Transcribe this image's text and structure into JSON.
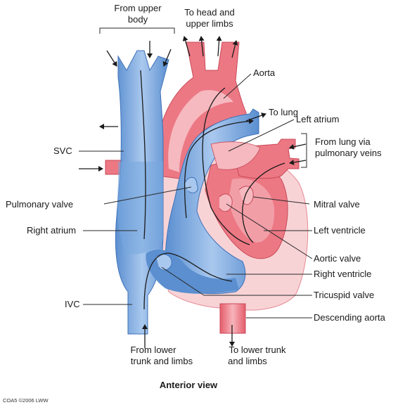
{
  "labels": {
    "from_upper_body_1": "From upper",
    "from_upper_body_2": "body",
    "to_head_1": "To head and",
    "to_head_2": "upper limbs",
    "aorta": "Aorta",
    "to_lung": "To lung",
    "left_atrium": "Left atrium",
    "from_lung_1": "From lung via",
    "from_lung_2": "pulmonary veins",
    "svc": "SVC",
    "pulmonary_valve": "Pulmonary valve",
    "mitral_valve": "Mitral valve",
    "right_atrium": "Right atrium",
    "left_ventricle": "Left ventricle",
    "aortic_valve": "Aortic valve",
    "right_ventricle": "Right ventricle",
    "ivc": "IVC",
    "tricuspid_valve": "Tricuspid valve",
    "descending_aorta": "Descending aorta",
    "from_lower_1": "From lower",
    "from_lower_2": "trunk and limbs",
    "to_lower_1": "To lower trunk",
    "to_lower_2": "and limbs"
  },
  "caption": "Anterior view",
  "credit": "COA5 ©2006 LWW",
  "colors": {
    "venous_blue": "#6f9fd8",
    "venous_light": "#aecbef",
    "arterial_red": "#ec7884",
    "arterial_light": "#f6b9bf",
    "pericardium_pink": "#f8d3d6"
  }
}
